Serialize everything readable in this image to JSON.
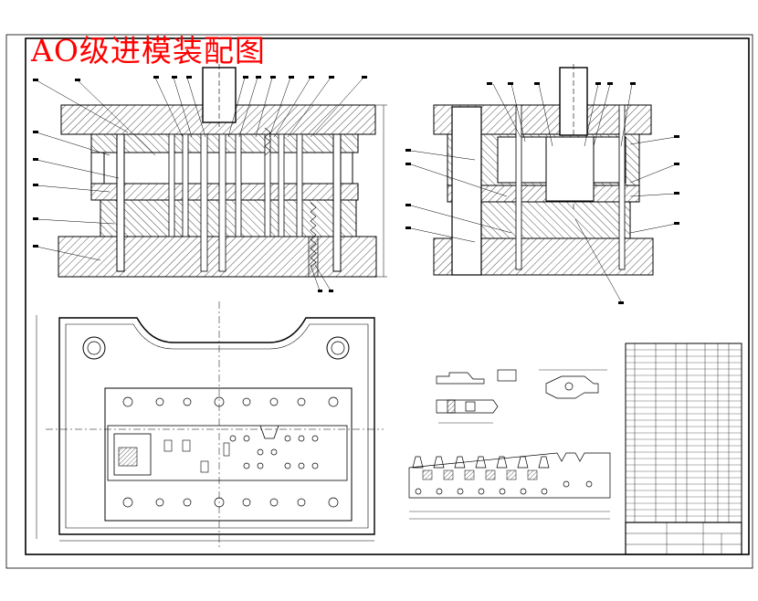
{
  "drawing": {
    "title": "AO级进模装配图",
    "title_color": "#ff0000",
    "line_color": "#000000",
    "hatch_color": "#000000",
    "paper_color": "#ffffff",
    "views": [
      "front-section-view",
      "side-section-view",
      "die-plan-view",
      "part-drawing-views",
      "strip-layout-view",
      "bill-of-materials-table",
      "title-block"
    ]
  }
}
